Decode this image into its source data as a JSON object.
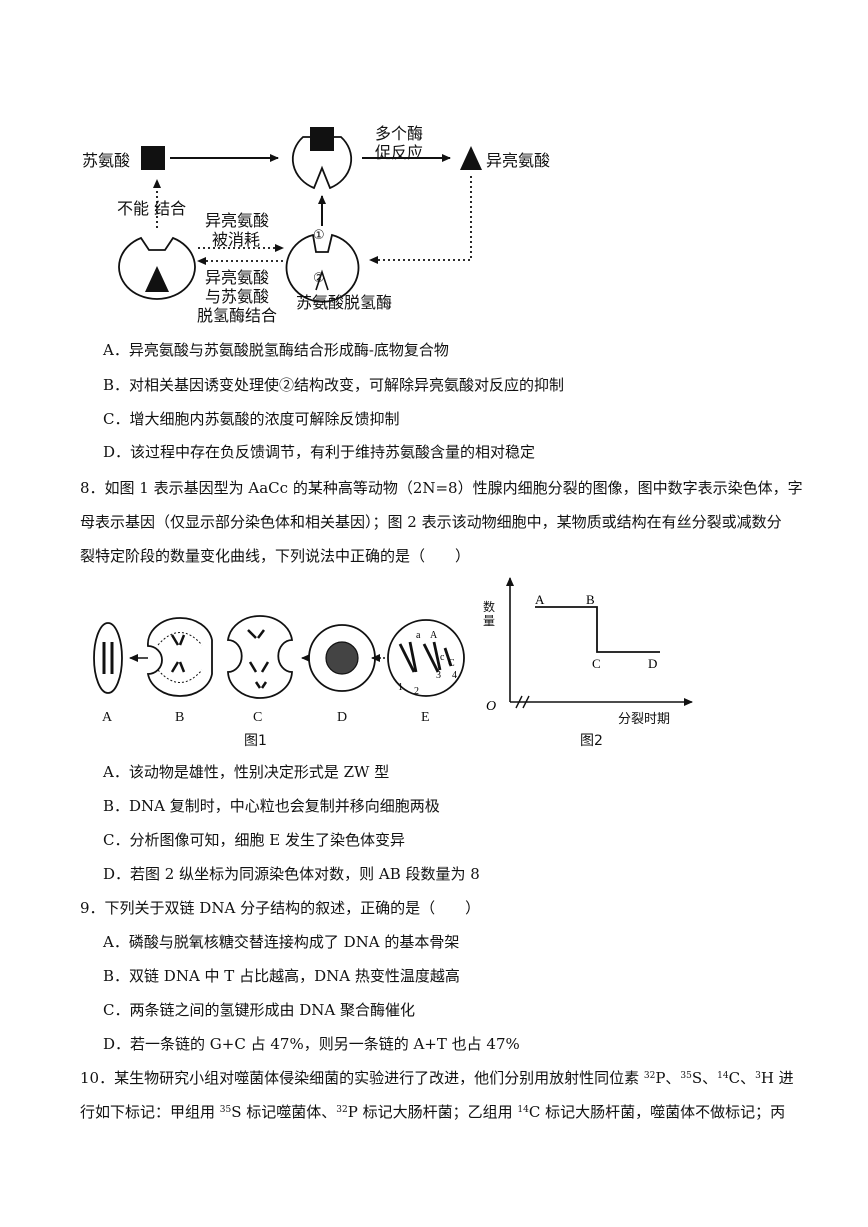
{
  "diagram": {
    "threonine": "苏氨酸",
    "multi_enzyme_1": "多个酶",
    "multi_enzyme_2": "促反应",
    "isoleucine": "异亮氨酸",
    "cannot_bind": "不能 结合",
    "consumed_1": "异亮氨酸",
    "consumed_2": "被消耗",
    "binds_1": "异亮氨酸",
    "binds_2": "与苏氨酸",
    "binds_3": "脱氢酶结合",
    "enzyme_name": "苏氨酸脱氢酶",
    "site_1": "①",
    "site_2": "②"
  },
  "q7_options": [
    "A．异亮氨酸与苏氨酸脱氢酶结合形成酶-底物复合物",
    "B．对相关基因诱变处理使②结构改变，可解除异亮氨酸对反应的抑制",
    "C．增大细胞内苏氨酸的浓度可解除反馈抑制",
    "D．该过程中存在负反馈调节，有利于维持苏氨酸含量的相对稳定"
  ],
  "q8": {
    "stem_1": "8．如图 1 表示基因型为 AaCc 的某种高等动物（2N=8）性腺内细胞分裂的图像，图中数字表示染色体，字",
    "stem_2": "母表示基因（仅显示部分染色体和相关基因）；图 2 表示该动物细胞中，某物质或结构在有丝分裂或减数分",
    "stem_3": "裂特定阶段的数量变化曲线，下列说法中正确的是（　　）",
    "fig1_cells": [
      "A",
      "B",
      "C",
      "D",
      "E"
    ],
    "fig1_caption": "图1",
    "fig1_gene_labels": [
      "a",
      "A",
      "c",
      "C",
      "1",
      "2",
      "3",
      "4"
    ],
    "fig2_caption": "图2",
    "fig2_ylabel": "数量",
    "fig2_xlabel": "分裂时期",
    "fig2_origin": "O",
    "fig2_points": [
      "A",
      "B",
      "C",
      "D"
    ],
    "options": [
      "A．该动物是雄性，性别决定形式是 ZW 型",
      "B．DNA 复制时，中心粒也会复制并移向细胞两极",
      "C．分析图像可知，细胞 E 发生了染色体变异",
      "D．若图 2 纵坐标为同源染色体对数，则 AB 段数量为 8"
    ]
  },
  "q9": {
    "stem": "9．下列关于双链 DNA 分子结构的叙述，正确的是（　　）",
    "options": [
      "A．磷酸与脱氧核糖交替连接构成了 DNA 的基本骨架",
      "B．双链 DNA 中 T 占比越高，DNA 热变性温度越高",
      "C．两条链之间的氢键形成由 DNA 聚合酶催化",
      "D．若一条链的 G+C 占 47%，则另一条链的 A+T 也占 47%"
    ]
  },
  "q10": {
    "l1_a": "10．某生物研究小组对噬菌体侵染细菌的实验进行了改进，他们分别用放射性同位素 ",
    "l1_s1": "32",
    "l1_b": "P、",
    "l1_s2": "35",
    "l1_c": "S、",
    "l1_s3": "14",
    "l1_d": "C、",
    "l1_s4": "3",
    "l1_e": "H 进",
    "l2_a": "行如下标记：甲组用 ",
    "l2_s1": "35",
    "l2_b": "S 标记噬菌体、",
    "l2_s2": "32",
    "l2_c": "P 标记大肠杆菌；乙组用 ",
    "l2_s3": "14",
    "l2_d": "C 标记大肠杆菌，噬菌体不做标记；丙"
  }
}
